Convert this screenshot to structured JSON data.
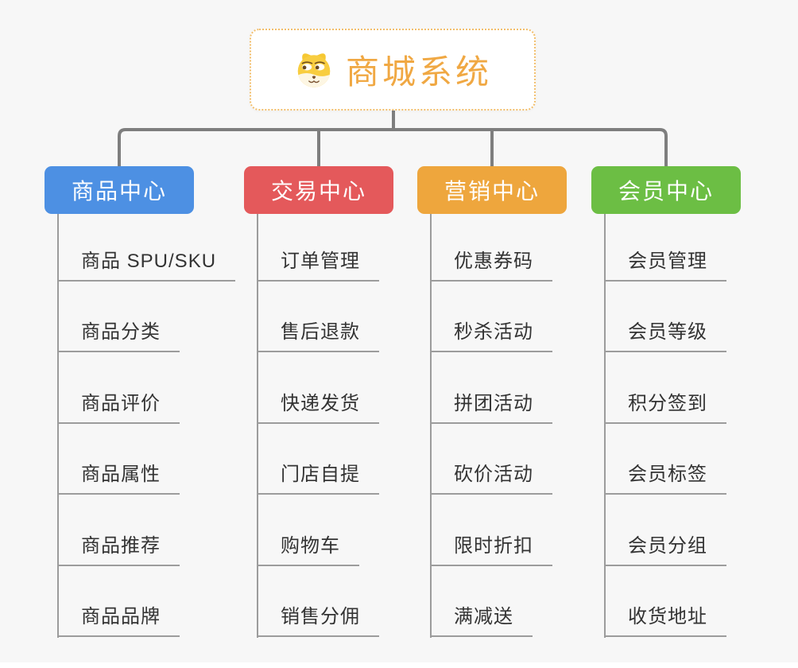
{
  "root": {
    "title": "商城系统",
    "icon": "dog-face-icon",
    "title_color": "#F0A843",
    "border_color": "#F2BE6B"
  },
  "branches": [
    {
      "label": "商品中心",
      "color": "#4D90E3",
      "children": [
        "商品 SPU/SKU",
        "商品分类",
        "商品评价",
        "商品属性",
        "商品推荐",
        "商品品牌"
      ]
    },
    {
      "label": "交易中心",
      "color": "#E4595B",
      "children": [
        "订单管理",
        "售后退款",
        "快递发货",
        "门店自提",
        "购物车",
        "销售分佣"
      ]
    },
    {
      "label": "营销中心",
      "color": "#EEA63D",
      "children": [
        "优惠券码",
        "秒杀活动",
        "拼团活动",
        "砍价活动",
        "限时折扣",
        "满减送"
      ]
    },
    {
      "label": "会员中心",
      "color": "#6CBE44",
      "children": [
        "会员管理",
        "会员等级",
        "积分签到",
        "会员标签",
        "会员分组",
        "收货地址"
      ]
    }
  ],
  "colors": {
    "background": "#F7F7F7",
    "connector": "#7E7E7E",
    "leaf_line": "#9C9C9C",
    "leaf_text": "#333333",
    "header_text": "#FFFFFF"
  }
}
